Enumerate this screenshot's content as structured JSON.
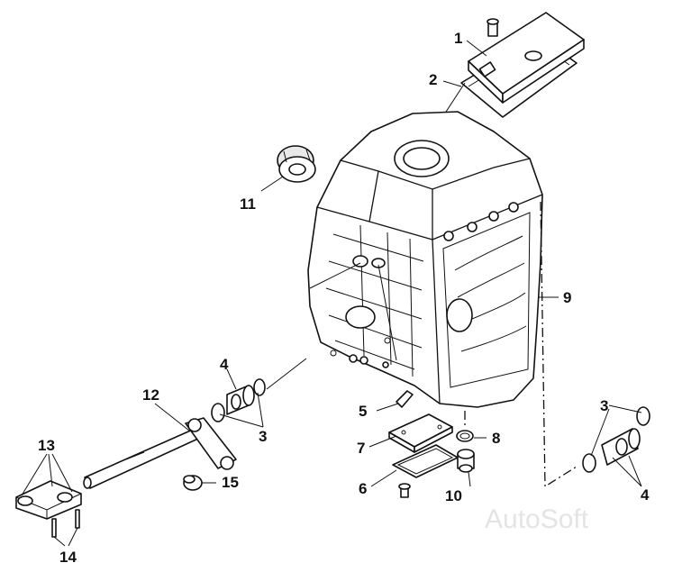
{
  "callouts": [
    {
      "id": "1",
      "text": "1"
    },
    {
      "id": "2",
      "text": "2"
    },
    {
      "id": "3a",
      "text": "3"
    },
    {
      "id": "3b",
      "text": "3"
    },
    {
      "id": "4a",
      "text": "4"
    },
    {
      "id": "4b",
      "text": "4"
    },
    {
      "id": "5",
      "text": "5"
    },
    {
      "id": "6",
      "text": "6"
    },
    {
      "id": "7",
      "text": "7"
    },
    {
      "id": "8",
      "text": "8"
    },
    {
      "id": "9",
      "text": "9"
    },
    {
      "id": "10",
      "text": "10"
    },
    {
      "id": "11",
      "text": "11"
    },
    {
      "id": "12",
      "text": "12"
    },
    {
      "id": "13",
      "text": "13"
    },
    {
      "id": "14",
      "text": "14"
    },
    {
      "id": "15",
      "text": "15"
    }
  ],
  "watermark": "AutoSoft"
}
